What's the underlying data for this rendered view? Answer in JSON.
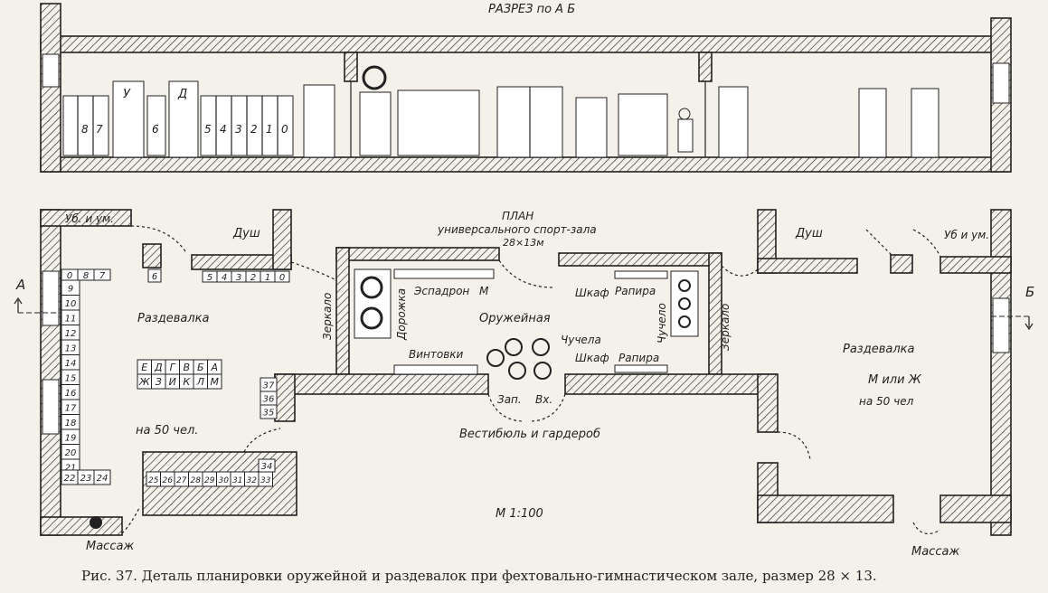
{
  "section_title": "РАЗРЕЗ по А Б",
  "plan_title": "ПЛАН",
  "plan_subtitle": "универсального спорт-зала",
  "plan_size": "28×13м",
  "scale": "М 1:100",
  "caption": "Рис. 37. Деталь планировки оружейной и раздевалок при фехтовально-гимнастическом зале, размер 28 × 13.",
  "section_marks": {
    "a": "А",
    "b": "Б"
  },
  "section_view": {
    "locker_groups": [
      "8",
      "7",
      "6",
      "5",
      "4",
      "3",
      "2",
      "1",
      "0"
    ],
    "door_letters": [
      "У",
      "Д"
    ]
  },
  "rooms": {
    "toilet_left": "Уб. и ум.",
    "shower_left": "Душ",
    "shower_right": "Душ",
    "toilet_right": "Уб и ум.",
    "changing_left": "Раздевалка",
    "changing_left_cap": "на 50 чел.",
    "changing_right": "Раздевалка",
    "changing_right_sub": "М или Ж",
    "changing_right_cap": "на 50 чел",
    "armory": "Оружейная",
    "lobby": "Вестибюль и гардероб",
    "massage_left": "Массаж",
    "massage_right": "Массаж"
  },
  "armory_items": {
    "mirror_left": "Зеркало",
    "track": "Дорожка",
    "expander": "Эспадрон",
    "expander_mark": "М",
    "cabinet_top": "Шкаф",
    "foil_top": "Рапира",
    "dummies_right": "Чучело",
    "mirror_right": "Зеркало",
    "rifles": "Винтовки",
    "dummies_center": "Чучела",
    "cabinet_bottom": "Шкаф",
    "foil_bottom": "Рапира",
    "entry_left": "Зап.",
    "entry_right": "Вх."
  },
  "lockers": {
    "shower_row": [
      "5",
      "4",
      "3",
      "2",
      "1",
      "0"
    ],
    "shower_single": "6",
    "top_row": [
      "0",
      "8",
      "7"
    ],
    "left_column": [
      "9",
      "10",
      "11",
      "12",
      "13",
      "14",
      "15",
      "16",
      "17",
      "18",
      "19",
      "20",
      "21"
    ],
    "bottom_row_left": [
      "22",
      "23",
      "24"
    ],
    "bottom_row_right": [
      "25",
      "26",
      "27",
      "28",
      "29",
      "30",
      "31",
      "32",
      "33"
    ],
    "right_stack": [
      "34"
    ],
    "lobby_stack": [
      "37",
      "36",
      "35"
    ],
    "table_top": [
      "Е",
      "Д",
      "Г",
      "В",
      "Б",
      "А"
    ],
    "table_bottom": [
      "Ж",
      "З",
      "И",
      "К",
      "Л",
      "М"
    ]
  }
}
